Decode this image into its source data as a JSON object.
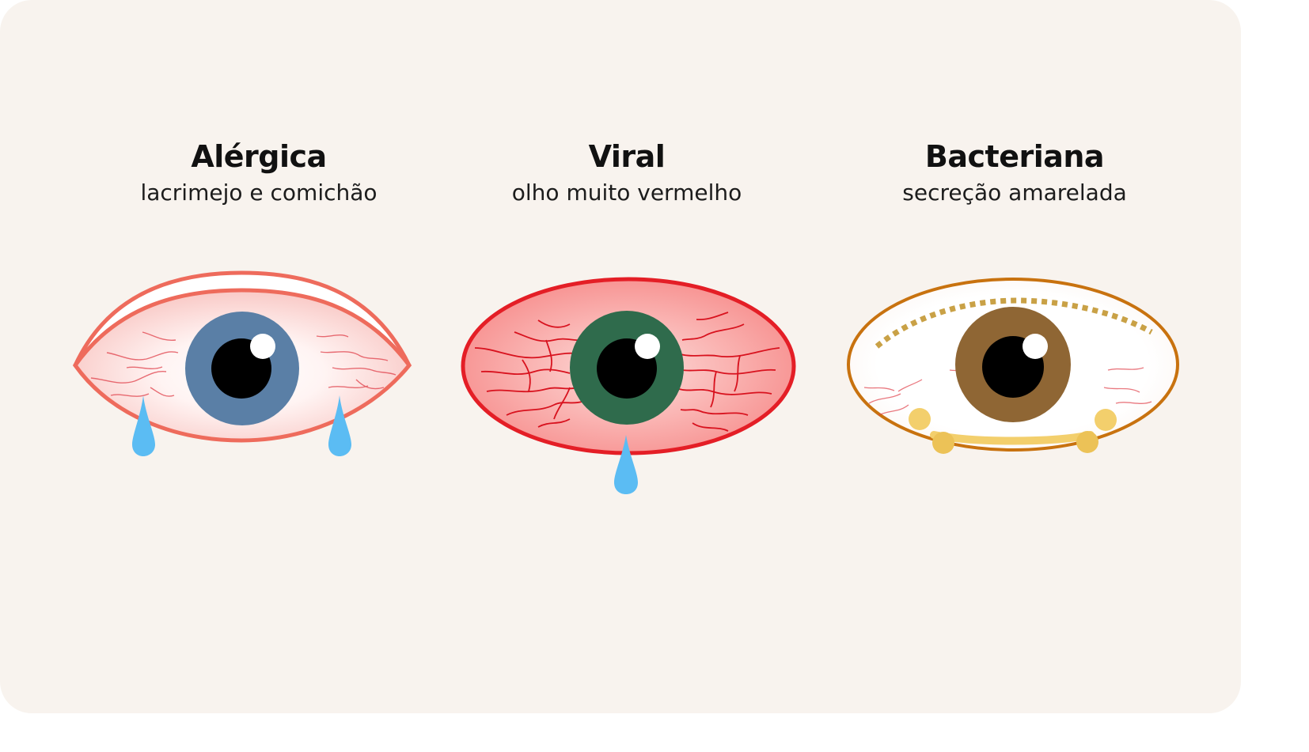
{
  "panels": [
    {
      "id": "alergica",
      "title": "Alérgica",
      "subtitle": "lacrimejo e comichão",
      "iris_color": "#5a7fa6",
      "outline_color": "#ee6b5c",
      "features": [
        "swollen-eyelid",
        "mild-redness",
        "two-tear-drops"
      ]
    },
    {
      "id": "viral",
      "title": "Viral",
      "subtitle": "olho muito vermelho",
      "iris_color": "#2f6b4c",
      "outline_color": "#e41e26",
      "features": [
        "intense-redness",
        "many-blood-vessels",
        "one-tear-drop"
      ]
    },
    {
      "id": "bacteriana",
      "title": "Bacteriana",
      "subtitle": "secreção amarelada",
      "iris_color": "#8f6634",
      "outline_color": "#c8720f",
      "features": [
        "yellow-discharge",
        "crusted-lashes",
        "light-redness"
      ]
    }
  ],
  "colors": {
    "background": "#f8f3ee",
    "tear": "#5bbcf3",
    "discharge": "#f3cf6c",
    "pupil": "#000000",
    "highlight": "#ffffff"
  }
}
